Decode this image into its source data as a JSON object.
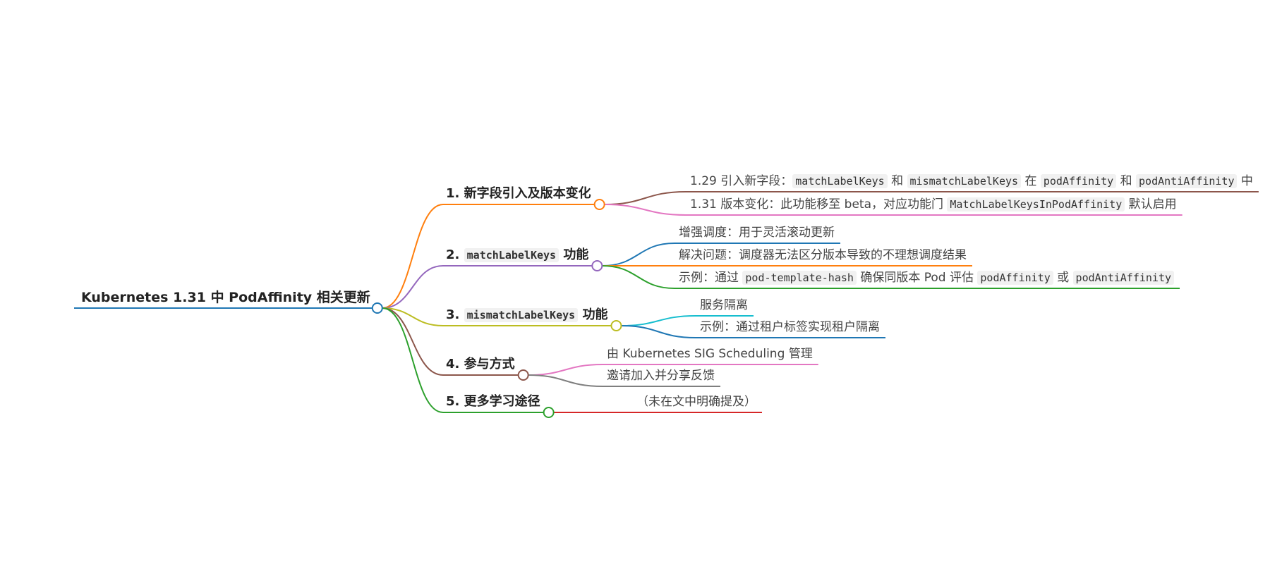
{
  "root": {
    "title": "Kubernetes 1.31 中 PodAffinity 相关更新",
    "color": "#1f77b4"
  },
  "branches": [
    {
      "parts": [
        {
          "t": "1. 新字段引入及版本变化"
        }
      ],
      "color": "#ff7f0e",
      "children": [
        {
          "parts": [
            {
              "t": "1.29 引入新字段："
            },
            {
              "t": "matchLabelKeys",
              "code": true
            },
            {
              "t": " 和 "
            },
            {
              "t": "mismatchLabelKeys",
              "code": true
            },
            {
              "t": " 在 "
            },
            {
              "t": "podAffinity",
              "code": true
            },
            {
              "t": " 和 "
            },
            {
              "t": "podAntiAffinity",
              "code": true
            },
            {
              "t": " 中"
            }
          ],
          "color": "#8c564b"
        },
        {
          "parts": [
            {
              "t": "1.31 版本变化：此功能移至 beta，对应功能门 "
            },
            {
              "t": "MatchLabelKeysInPodAffinity",
              "code": true
            },
            {
              "t": " 默认启用"
            }
          ],
          "color": "#e377c2"
        }
      ]
    },
    {
      "parts": [
        {
          "t": "2. "
        },
        {
          "t": "matchLabelKeys",
          "code": true
        },
        {
          "t": " 功能"
        }
      ],
      "color": "#9467bd",
      "children": [
        {
          "parts": [
            {
              "t": "增强调度：用于灵活滚动更新"
            }
          ],
          "color": "#1f77b4"
        },
        {
          "parts": [
            {
              "t": "解决问题：调度器无法区分版本导致的不理想调度结果"
            }
          ],
          "color": "#ff7f0e"
        },
        {
          "parts": [
            {
              "t": "示例：通过 "
            },
            {
              "t": "pod-template-hash",
              "code": true
            },
            {
              "t": " 确保同版本 Pod 评估 "
            },
            {
              "t": "podAffinity",
              "code": true
            },
            {
              "t": " 或 "
            },
            {
              "t": "podAntiAffinity",
              "code": true
            }
          ],
          "color": "#2ca02c"
        }
      ]
    },
    {
      "parts": [
        {
          "t": "3. "
        },
        {
          "t": "mismatchLabelKeys",
          "code": true
        },
        {
          "t": " 功能"
        }
      ],
      "color": "#bcbd22",
      "children": [
        {
          "parts": [
            {
              "t": "服务隔离"
            }
          ],
          "color": "#17becf"
        },
        {
          "parts": [
            {
              "t": "示例：通过租户标签实现租户隔离"
            }
          ],
          "color": "#1f77b4"
        }
      ]
    },
    {
      "parts": [
        {
          "t": "4. 参与方式"
        }
      ],
      "color": "#8c564b",
      "children": [
        {
          "parts": [
            {
              "t": "由 Kubernetes SIG Scheduling 管理"
            }
          ],
          "color": "#e377c2"
        },
        {
          "parts": [
            {
              "t": "邀请加入并分享反馈"
            }
          ],
          "color": "#7f7f7f"
        }
      ]
    },
    {
      "parts": [
        {
          "t": "5. 更多学习途径"
        }
      ],
      "color": "#2ca02c",
      "children": [
        {
          "parts": [
            {
              "t": "（未在文中明确提及）"
            }
          ],
          "color": "#d62728"
        }
      ]
    }
  ]
}
